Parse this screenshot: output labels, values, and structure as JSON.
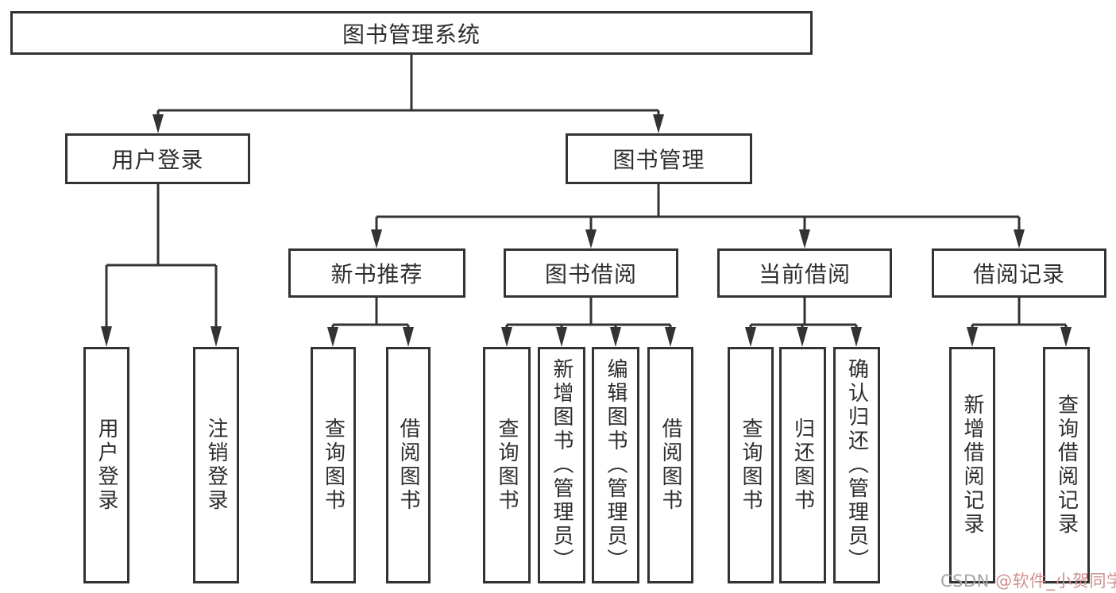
{
  "diagram": {
    "root": {
      "label": "图书管理系统",
      "children": [
        {
          "label": "用户登录",
          "children": [
            {
              "label": "用户登录"
            },
            {
              "label": "注销登录"
            }
          ]
        },
        {
          "label": "图书管理",
          "children": [
            {
              "label": "新书推荐",
              "children": [
                {
                  "label": "查询图书"
                },
                {
                  "label": "借阅图书"
                }
              ]
            },
            {
              "label": "图书借阅",
              "children": [
                {
                  "label": "查询图书"
                },
                {
                  "label": "新增图书（管理员）"
                },
                {
                  "label": "编辑图书（管理员）"
                },
                {
                  "label": "借阅图书"
                }
              ]
            },
            {
              "label": "当前借阅",
              "children": [
                {
                  "label": "查询图书"
                },
                {
                  "label": "归还图书"
                },
                {
                  "label": "确认归还（管理员）"
                }
              ]
            },
            {
              "label": "借阅记录",
              "children": [
                {
                  "label": "新增借阅记录"
                },
                {
                  "label": "查询借阅记录"
                }
              ]
            }
          ]
        }
      ]
    }
  },
  "watermark": {
    "prefix": "CSDN ",
    "handle": "@软件_小贺同学"
  },
  "colors": {
    "line": "#333333",
    "text": "#2d2d2d",
    "watermark_gray": "#a6a6a6",
    "watermark_red": "#d08f8f"
  }
}
